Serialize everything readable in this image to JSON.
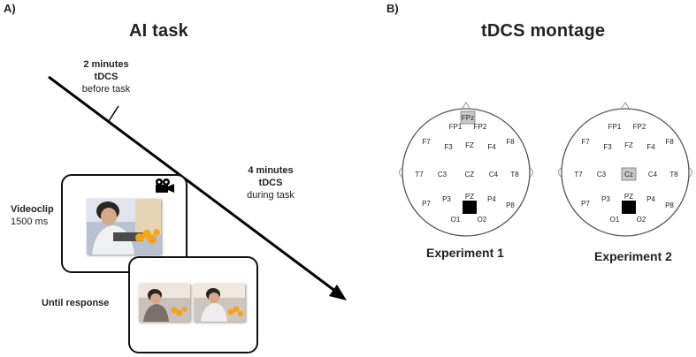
{
  "panel_a": {
    "label": "A)",
    "title": "AI task",
    "pre_task": {
      "duration": "2 minutes",
      "stim": "tDCS",
      "note": "before task"
    },
    "during_task": {
      "duration": "4 minutes",
      "stim": "tDCS",
      "note": "during task"
    },
    "videoclip": {
      "label": "Videoclip",
      "duration": "1500 ms",
      "icon": "video-camera-icon"
    },
    "response": {
      "label": "Until response"
    }
  },
  "panel_b": {
    "label": "B)",
    "title": "tDCS montage",
    "electrodes": [
      "FP1",
      "FP2",
      "F7",
      "F3",
      "FZ",
      "F4",
      "F8",
      "T7",
      "C3",
      "CZ",
      "C4",
      "T8",
      "P7",
      "P3",
      "PZ",
      "P4",
      "P8",
      "O1",
      "O2"
    ],
    "experiment1": {
      "label": "Experiment 1",
      "anode": "FPz",
      "cathode_site": "PZ"
    },
    "experiment2": {
      "label": "Experiment 2",
      "anode": "Cz",
      "cathode_site": "PZ"
    },
    "colors": {
      "anode_fill": "#c8c8c8",
      "cathode_fill": "#000000"
    }
  }
}
